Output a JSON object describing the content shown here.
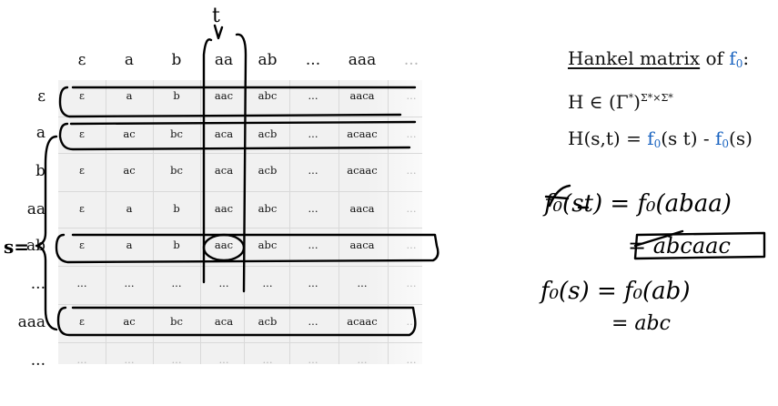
{
  "matrix": {
    "col_headers": [
      "ε",
      "a",
      "b",
      "aa",
      "ab",
      "...",
      "aaa",
      "..."
    ],
    "row_headers": [
      "ε",
      "a",
      "b",
      "aa",
      "ab",
      "...",
      "aaa",
      "..."
    ],
    "rows": [
      [
        "ε",
        "a",
        "b",
        "aac",
        "abc",
        "...",
        "aaca",
        "..."
      ],
      [
        "ε",
        "ac",
        "bc",
        "aca",
        "acb",
        "...",
        "acaac",
        "..."
      ],
      [
        "ε",
        "ac",
        "bc",
        "aca",
        "acb",
        "...",
        "acaac",
        "..."
      ],
      [
        "ε",
        "a",
        "b",
        "aac",
        "abc",
        "...",
        "aaca",
        "..."
      ],
      [
        "ε",
        "a",
        "b",
        "aac",
        "abc",
        "...",
        "aaca",
        "..."
      ],
      [
        "...",
        "...",
        "...",
        "...",
        "...",
        "...",
        "...",
        "..."
      ],
      [
        "ε",
        "ac",
        "bc",
        "aca",
        "acb",
        "...",
        "acaac",
        "..."
      ],
      [
        "...",
        "...",
        "...",
        "...",
        "...",
        "...",
        "...",
        "..."
      ]
    ]
  },
  "annotations": {
    "t_label": "t",
    "s_label": "s="
  },
  "panel": {
    "title_u1": "Hankel matrix",
    "title_of": " of ",
    "title_f": "f",
    "title_sub": "0",
    "title_colon": ":",
    "eq1_left": "H ∈ (Γ",
    "eq1_star": "*",
    "eq1_mid": ")",
    "eq1_sup": "Σ*×Σ*",
    "eq2_left": "H(s,t) = ",
    "eq2_f1": "f",
    "eq2_sub1": "0",
    "eq2_mid": "(s t) - ",
    "eq2_f2": "f",
    "eq2_sub2": "0",
    "eq2_end": "(s)"
  },
  "handwriting": {
    "line1": "f₀(st) = f₀(abaa)",
    "line2": "= abcaac",
    "line3": "f₀(s) = f₀(ab)",
    "line4": "= abc"
  }
}
